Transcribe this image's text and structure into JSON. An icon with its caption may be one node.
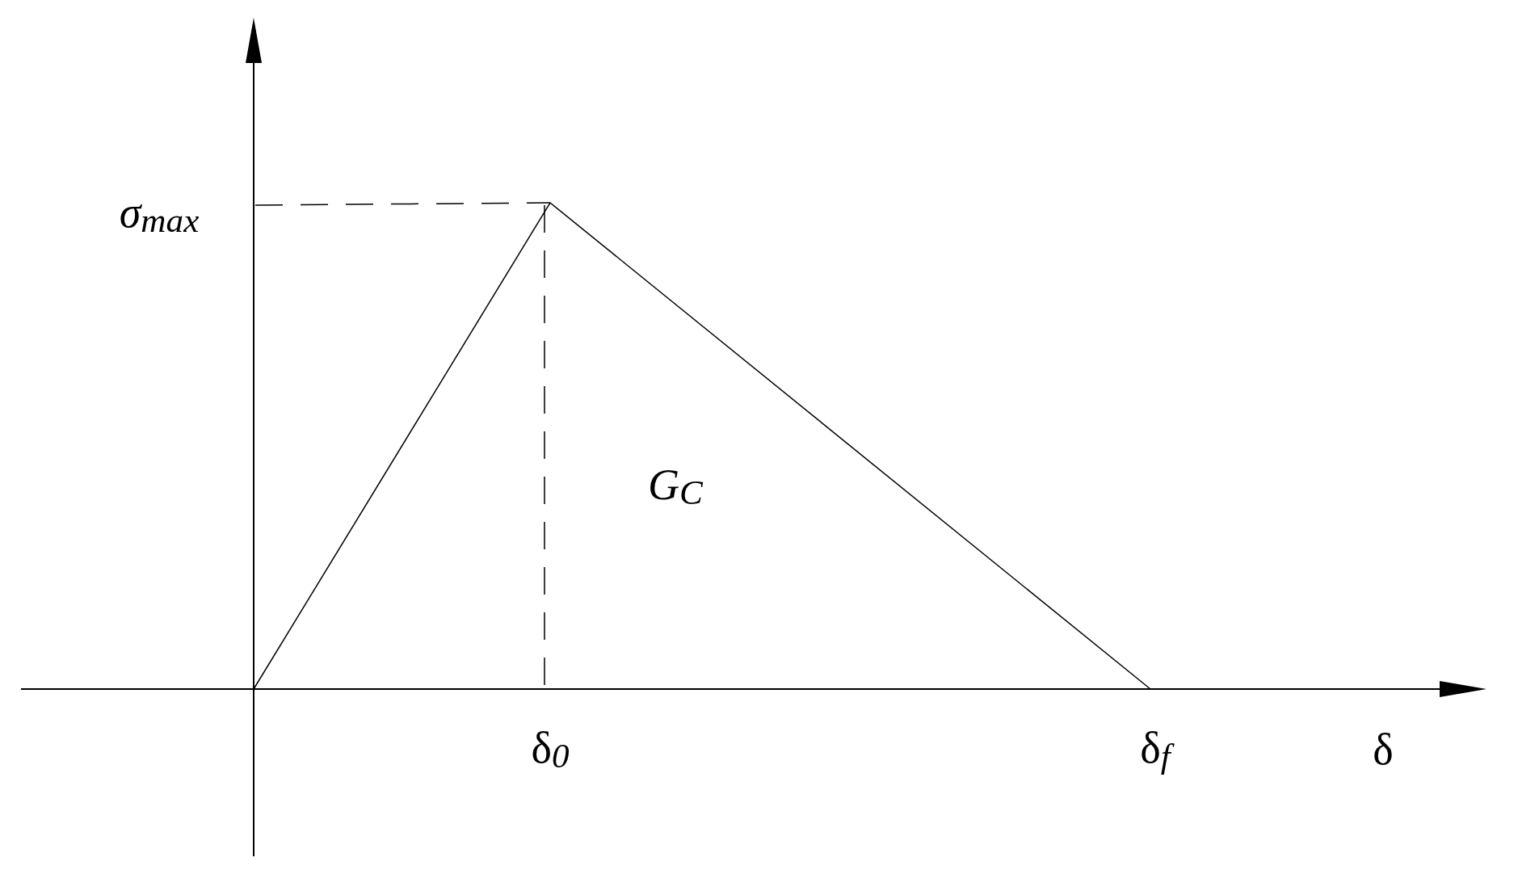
{
  "diagram": {
    "labels": [
      "σ$_{max}$",
      "G$_{C}$",
      "δ$_{0}$",
      "δ$_{f}$",
      "δ"
    ]
  }
}
